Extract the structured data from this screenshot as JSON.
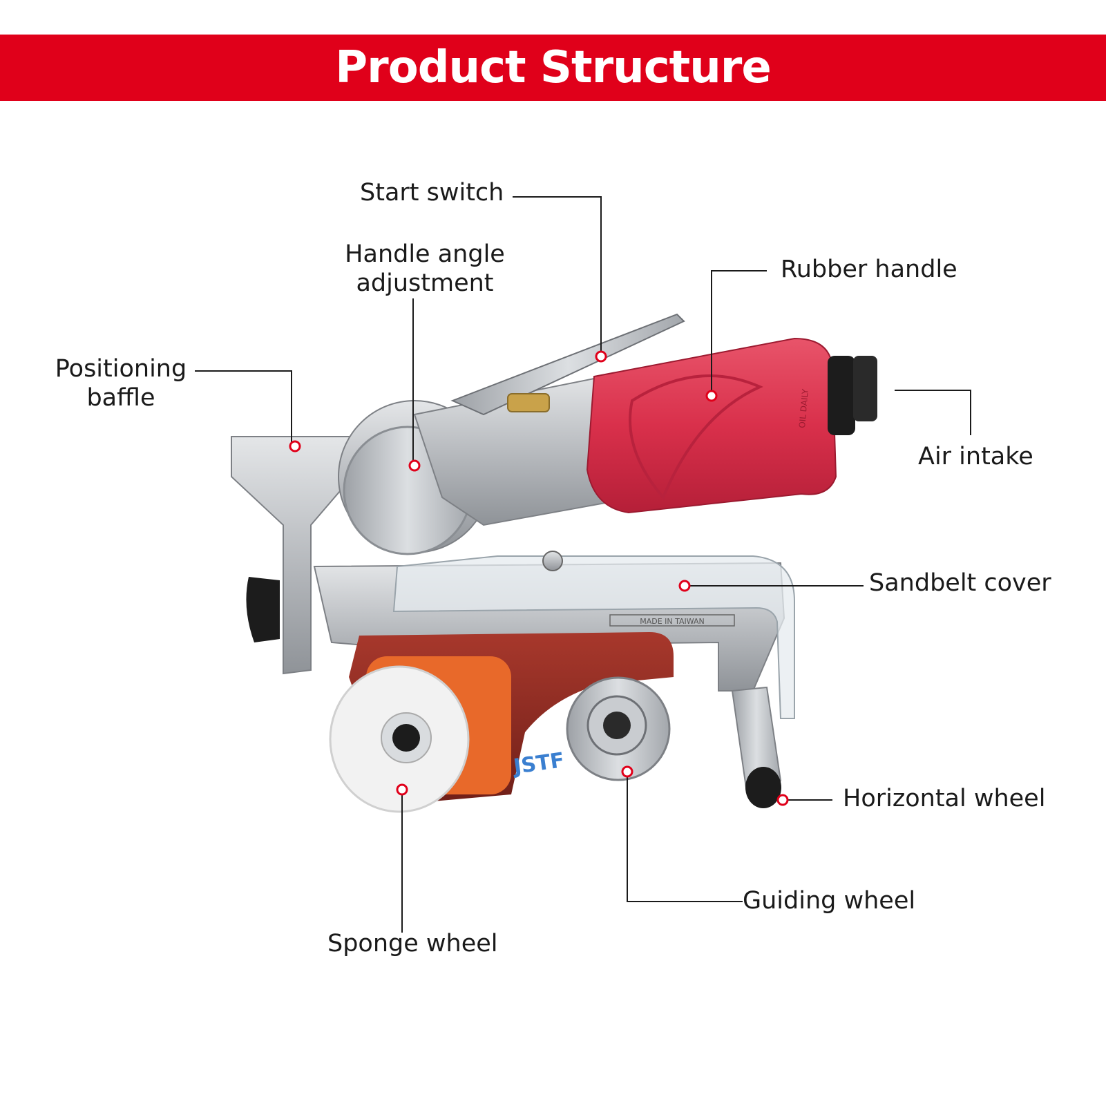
{
  "header": {
    "title": "Product Structure"
  },
  "callouts": {
    "start_switch": "Start switch",
    "handle_angle_line1": "Handle angle",
    "handle_angle_line2": "adjustment",
    "rubber_handle": "Rubber handle",
    "positioning_line1": "Positioning",
    "positioning_line2": "baffle",
    "air_intake": "Air intake",
    "sandbelt_cover": "Sandbelt cover",
    "horizontal_wheel": "Horizontal wheel",
    "guiding_wheel": "Guiding wheel",
    "sponge_wheel": "Sponge wheel"
  },
  "product_markings": {
    "made_in": "MADE IN TAIWAN",
    "oil_daily": "OIL DAILY",
    "belt_brand": "JSTF"
  },
  "colors": {
    "banner": "#e0001a",
    "callout_dot": "#e0001a",
    "handle_rubber": "#d9304b",
    "belt": "#8a2b22"
  }
}
